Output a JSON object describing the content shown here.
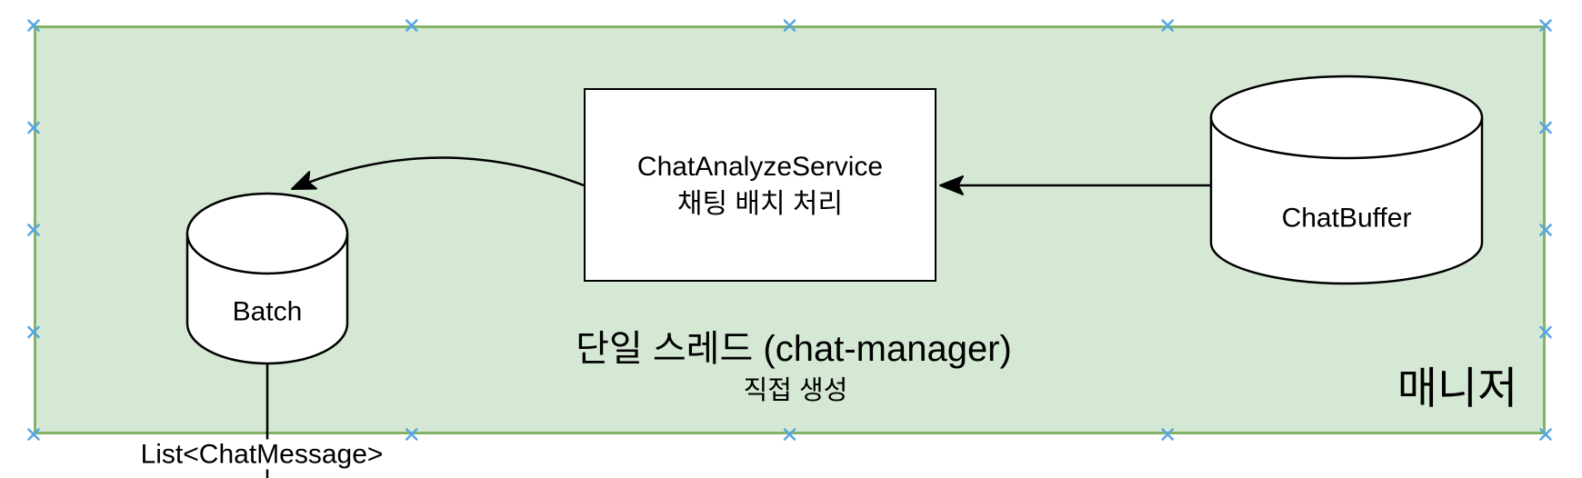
{
  "diagram": {
    "manager_group_label": "매니저",
    "service_box": {
      "title": "ChatAnalyzeService",
      "subtitle": "채팅 배치 처리"
    },
    "chat_buffer_label": "ChatBuffer",
    "batch_label": "Batch",
    "thread_note": "단일 스레드 (chat-manager)",
    "creation_note": "직접 생성",
    "edge_label": "List<ChatMessage>",
    "icons": {
      "connection_point": "x-cross"
    },
    "colors": {
      "container_fill": "#d5e8d4",
      "container_stroke": "#82b366",
      "shape_fill": "#ffffff",
      "shape_stroke": "#000000",
      "connection_point_blue": "#57a6e2",
      "canvas_background": "#ffffff",
      "text": "#000000"
    }
  }
}
